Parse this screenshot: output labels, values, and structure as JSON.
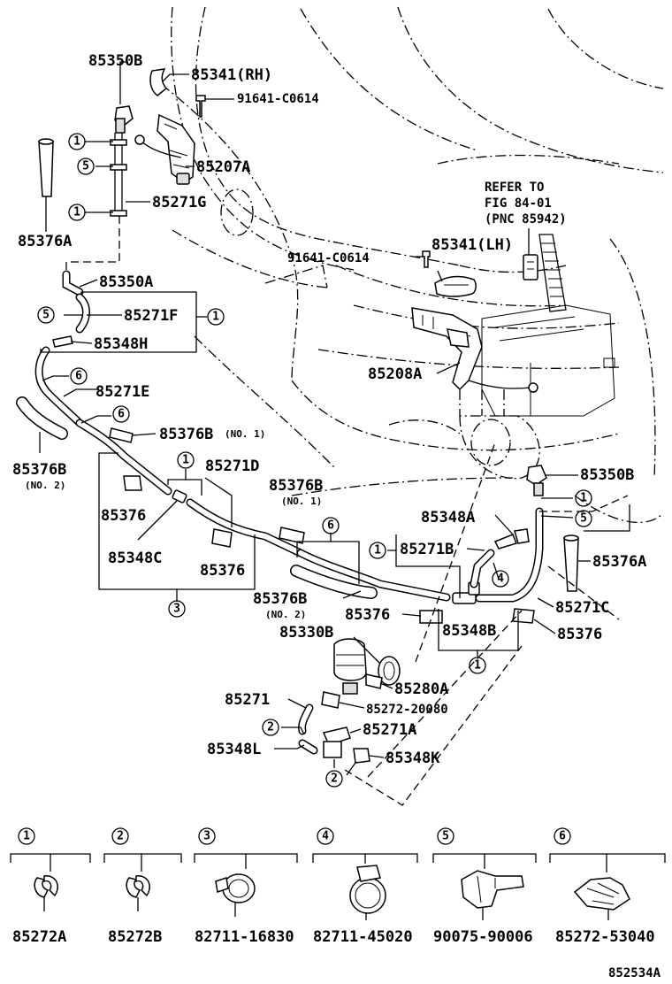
{
  "labels": {
    "p85350B_top": "85350B",
    "p85341_rh": "85341(RH)",
    "p91641_top": "91641-C0614",
    "p85207A": "85207A",
    "p85271G": "85271G",
    "p85376A_left": "85376A",
    "refer_to_1": "REFER TO",
    "refer_to_2": "FIG 84-01",
    "refer_to_3": "(PNC 85942)",
    "p91641_mid": "91641-C0614",
    "p85341_lh": "85341(LH)",
    "p85350A": "85350A",
    "p85271F": "85271F",
    "p85348H": "85348H",
    "p85208A": "85208A",
    "p85271E": "85271E",
    "p85376B_no1_top": "85376B",
    "no1_top": "(NO. 1)",
    "p85376B_no2_left": "85376B",
    "no2_left": "(NO. 2)",
    "p85376_a": "85376",
    "p85271D": "85271D",
    "p85348C": "85348C",
    "p85376_b": "85376",
    "p85376B_no1_mid": "85376B",
    "no1_mid": "(NO. 1)",
    "p85350B_right": "85350B",
    "p85348A": "85348A",
    "p85271B": "85271B",
    "p85376A_right": "85376A",
    "p85376B_no2_mid": "85376B",
    "no2_mid": "(NO. 2)",
    "p85376_c": "85376",
    "p85271C": "85271C",
    "p85348B": "85348B",
    "p85376_d": "85376",
    "p85330B": "85330B",
    "p85280A": "85280A",
    "p85271": "85271",
    "p85272_20080": "85272-20080",
    "p85271A": "85271A",
    "p85348L": "85348L",
    "p85348K": "85348K",
    "ref_code": "852534A"
  },
  "callouts": {
    "c1": "1",
    "c2": "2",
    "c3": "3",
    "c4": "4",
    "c5": "5",
    "c6": "6"
  },
  "legend": [
    {
      "key": "1",
      "part": "85272A"
    },
    {
      "key": "2",
      "part": "85272B"
    },
    {
      "key": "3",
      "part": "82711-16830"
    },
    {
      "key": "4",
      "part": "82711-45020"
    },
    {
      "key": "5",
      "part": "90075-90006"
    },
    {
      "key": "6",
      "part": "85272-53040"
    }
  ]
}
